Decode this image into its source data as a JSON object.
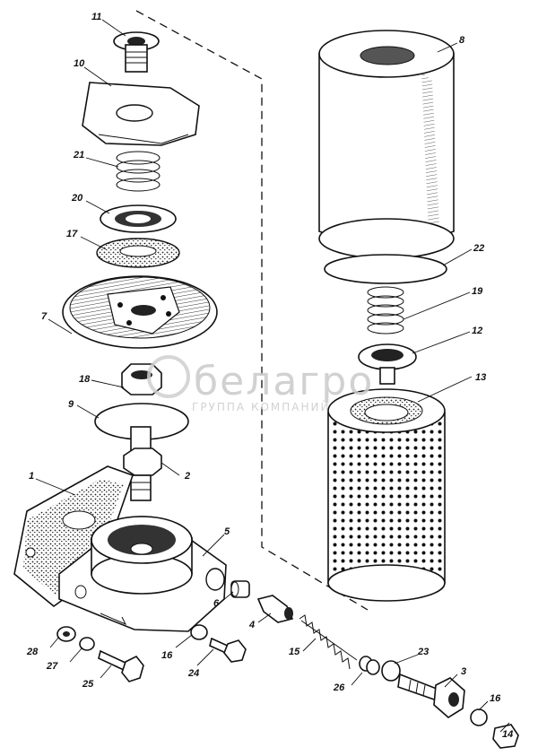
{
  "watermark": {
    "brand": "белагро",
    "tagline": "ГРУППА КОМПАНИЙ"
  },
  "labels": {
    "l1": "1",
    "l2": "2",
    "l3": "3",
    "l4": "4",
    "l5": "5",
    "l6": "6",
    "l7": "7",
    "l8": "8",
    "l9": "9",
    "l10": "10",
    "l11": "11",
    "l12": "12",
    "l13": "13",
    "l14": "14",
    "l15": "15",
    "l16a": "16",
    "l16b": "16",
    "l17": "17",
    "l18": "18",
    "l19": "19",
    "l20": "20",
    "l21": "21",
    "l22": "22",
    "l23": "23",
    "l24": "24",
    "l25": "25",
    "l26": "26",
    "l27": "27",
    "l28": "28"
  }
}
